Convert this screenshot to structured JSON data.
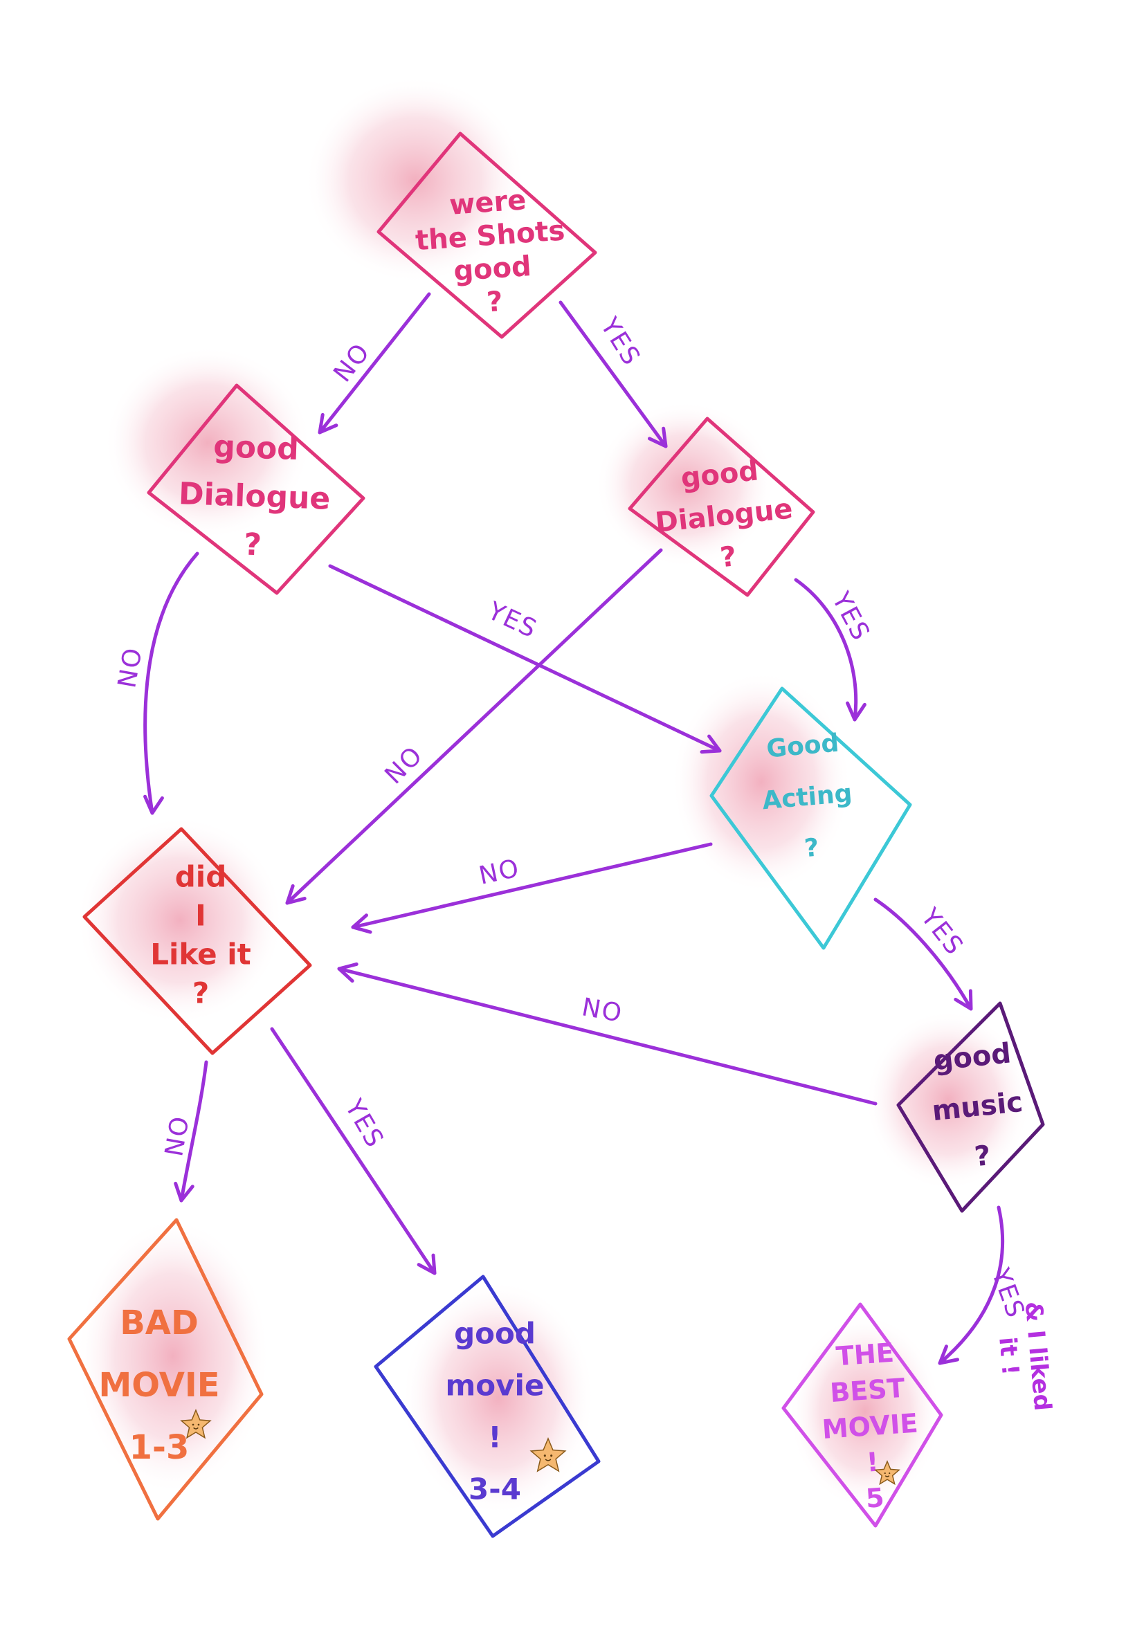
{
  "diagram": {
    "nodes": [
      {
        "id": "shots",
        "lines": [
          "were",
          "the Shots",
          "good",
          "?"
        ],
        "color": "#e0357a",
        "text_color": "#e0357a"
      },
      {
        "id": "dialogue_left",
        "lines": [
          "good",
          "Dialogue",
          "?"
        ],
        "color": "#e0357a",
        "text_color": "#e0357a"
      },
      {
        "id": "dialogue_right",
        "lines": [
          "good",
          "Dialogue",
          "?"
        ],
        "color": "#e0357a",
        "text_color": "#e0357a"
      },
      {
        "id": "acting",
        "lines": [
          "Good",
          "Acting",
          "?"
        ],
        "color": "#3cc8d6",
        "text_color": "#3cb8c8"
      },
      {
        "id": "liked",
        "lines": [
          "did",
          "I",
          "Like it",
          "?"
        ],
        "color": "#e03535",
        "text_color": "#e03535"
      },
      {
        "id": "music",
        "lines": [
          "good",
          "music",
          "?"
        ],
        "color": "#5a1a78",
        "text_color": "#5a1a78"
      },
      {
        "id": "bad_movie",
        "lines": [
          "BAD",
          "MOVIE",
          "1-3"
        ],
        "color": "#f07040",
        "text_color": "#f07040"
      },
      {
        "id": "good_movie",
        "lines": [
          "good",
          "movie",
          "!",
          "3-4"
        ],
        "color": "#3a3ad0",
        "text_color": "#5a3ad0"
      },
      {
        "id": "best_movie",
        "lines": [
          "THE",
          "BEST",
          "MOVIE",
          "!",
          "5"
        ],
        "color": "#d050e8",
        "text_color": "#d050e8"
      }
    ],
    "edges": [
      {
        "from": "shots",
        "to": "dialogue_left",
        "label": "NO"
      },
      {
        "from": "shots",
        "to": "dialogue_right",
        "label": "YES"
      },
      {
        "from": "dialogue_left",
        "to": "liked",
        "label": "NO"
      },
      {
        "from": "dialogue_left",
        "to": "acting",
        "label": "YES"
      },
      {
        "from": "dialogue_right",
        "to": "liked",
        "label": "NO"
      },
      {
        "from": "dialogue_right",
        "to": "acting",
        "label": "YES"
      },
      {
        "from": "acting",
        "to": "liked",
        "label": "NO"
      },
      {
        "from": "acting",
        "to": "music",
        "label": "YES"
      },
      {
        "from": "music",
        "to": "liked",
        "label": "NO"
      },
      {
        "from": "music",
        "to": "best_movie",
        "label": "YES"
      },
      {
        "from": "liked",
        "to": "bad_movie",
        "label": "NO"
      },
      {
        "from": "liked",
        "to": "good_movie",
        "label": "YES"
      }
    ],
    "side_note": [
      "& I liked",
      "it !"
    ],
    "star_icon": "star-icon",
    "edge_color": "#9b30d9"
  }
}
